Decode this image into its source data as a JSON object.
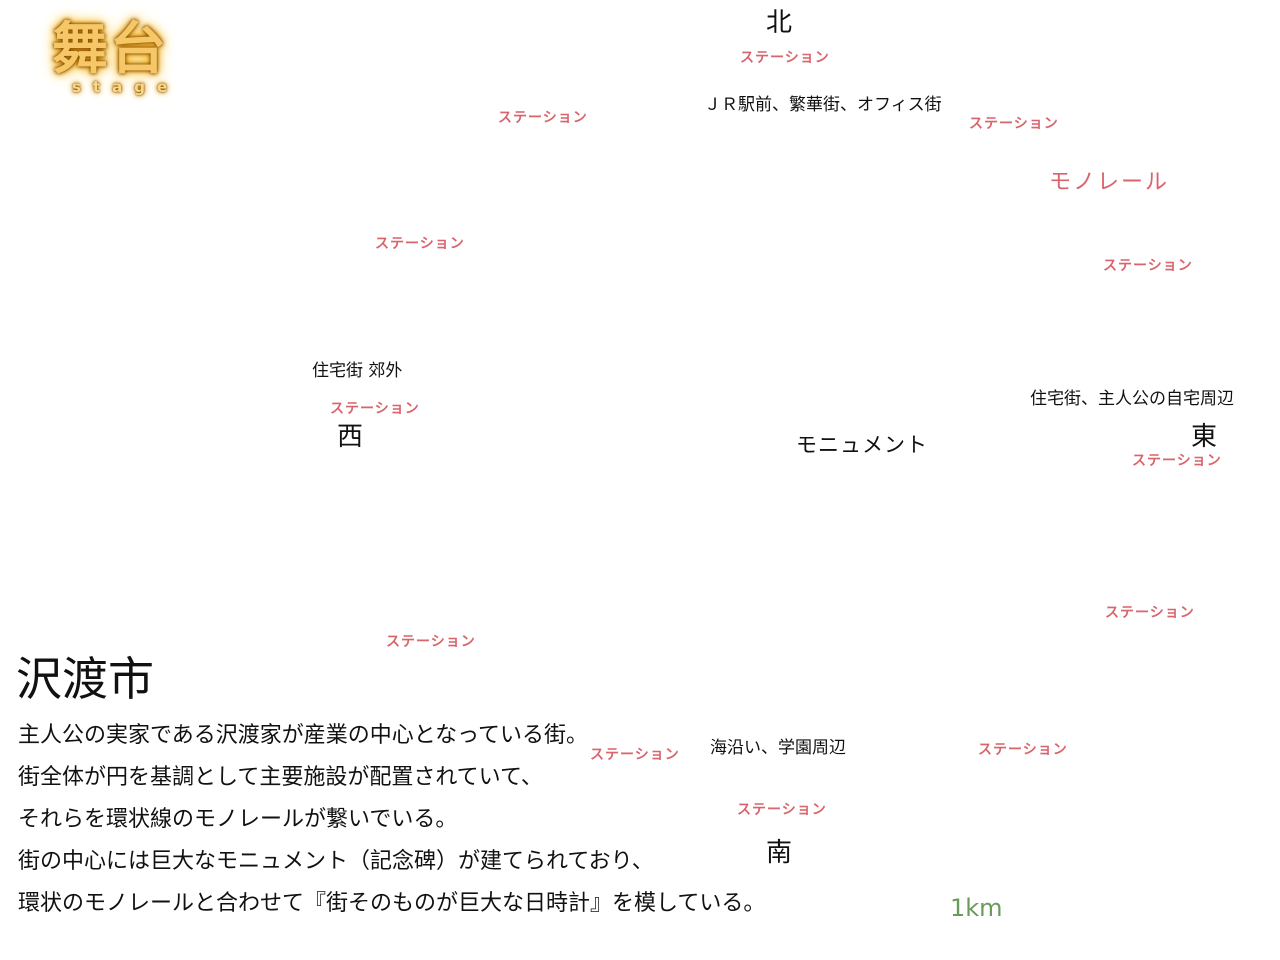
{
  "logo": {
    "kanji": "舞台",
    "sub": "stage"
  },
  "map": {
    "directions": {
      "north": "北",
      "south": "南",
      "east": "東",
      "west": "西"
    },
    "station_label": "ステーション",
    "monorail_label": "モノレール",
    "districts": {
      "north": "ＪＲ駅前、繁華街、オフィス街",
      "west": "住宅街 郊外",
      "east": "住宅街、主人公の自宅周辺",
      "south": "海沿い、学園周辺",
      "center": "モニュメント"
    },
    "scale_label": "1km"
  },
  "city": {
    "name": "沢渡市",
    "description": [
      "主人公の実家である沢渡家が産業の中心となっている街。",
      "街全体が円を基調として主要施設が配置されていて、",
      "それらを環状線のモノレールが繋いでいる。",
      "街の中心には巨大なモニュメント（記念碑）が建てられており、",
      "環状のモノレールと合わせて『街そのものが巨大な日時計』を模している。"
    ]
  },
  "colors": {
    "station": "#d9646c",
    "scale": "#6a9a5a",
    "logo": "#f5c766"
  }
}
